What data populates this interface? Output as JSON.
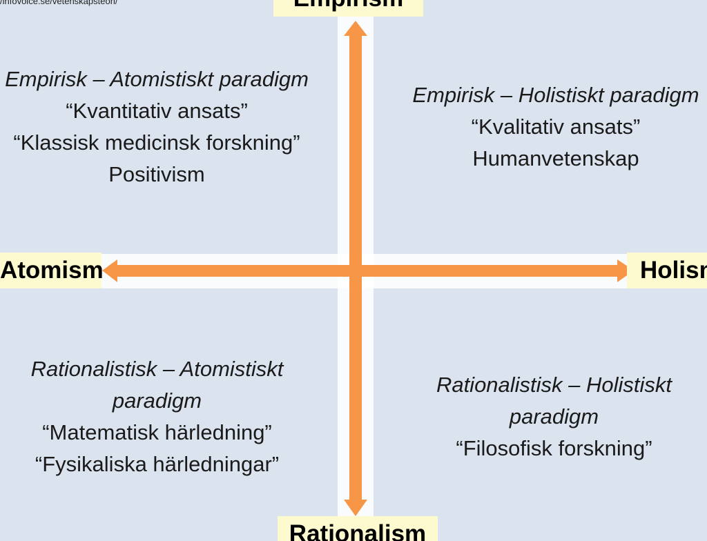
{
  "source_url": "/infovoice.se/vetenskapsteori/",
  "colors": {
    "background": "#dbe3ef",
    "arrow": "#f79646",
    "label_background": "#fdfad0"
  },
  "axes": {
    "top": "Empirism",
    "bottom": "Rationalism",
    "left": "Atomism",
    "right": "Holism"
  },
  "quadrants": {
    "top_left": {
      "title": "Empirisk – Atomistiskt paradigm",
      "lines": [
        "“Kvantitativ ansats”",
        "“Klassisk medicinsk forskning”",
        "Positivism"
      ]
    },
    "top_right": {
      "title": "Empirisk – Holistiskt paradigm",
      "lines": [
        "“Kvalitativ ansats”",
        "Humanvetenskap"
      ]
    },
    "bottom_left": {
      "title_line1": "Rationalistisk – Atomistiskt",
      "title_line2": "paradigm",
      "lines": [
        "“Matematisk härledning”",
        "“Fysikaliska härledningar”"
      ]
    },
    "bottom_right": {
      "title_line1": "Rationalistisk – Holistiskt",
      "title_line2": "paradigm",
      "lines": [
        "“Filosofisk forskning”"
      ]
    }
  }
}
